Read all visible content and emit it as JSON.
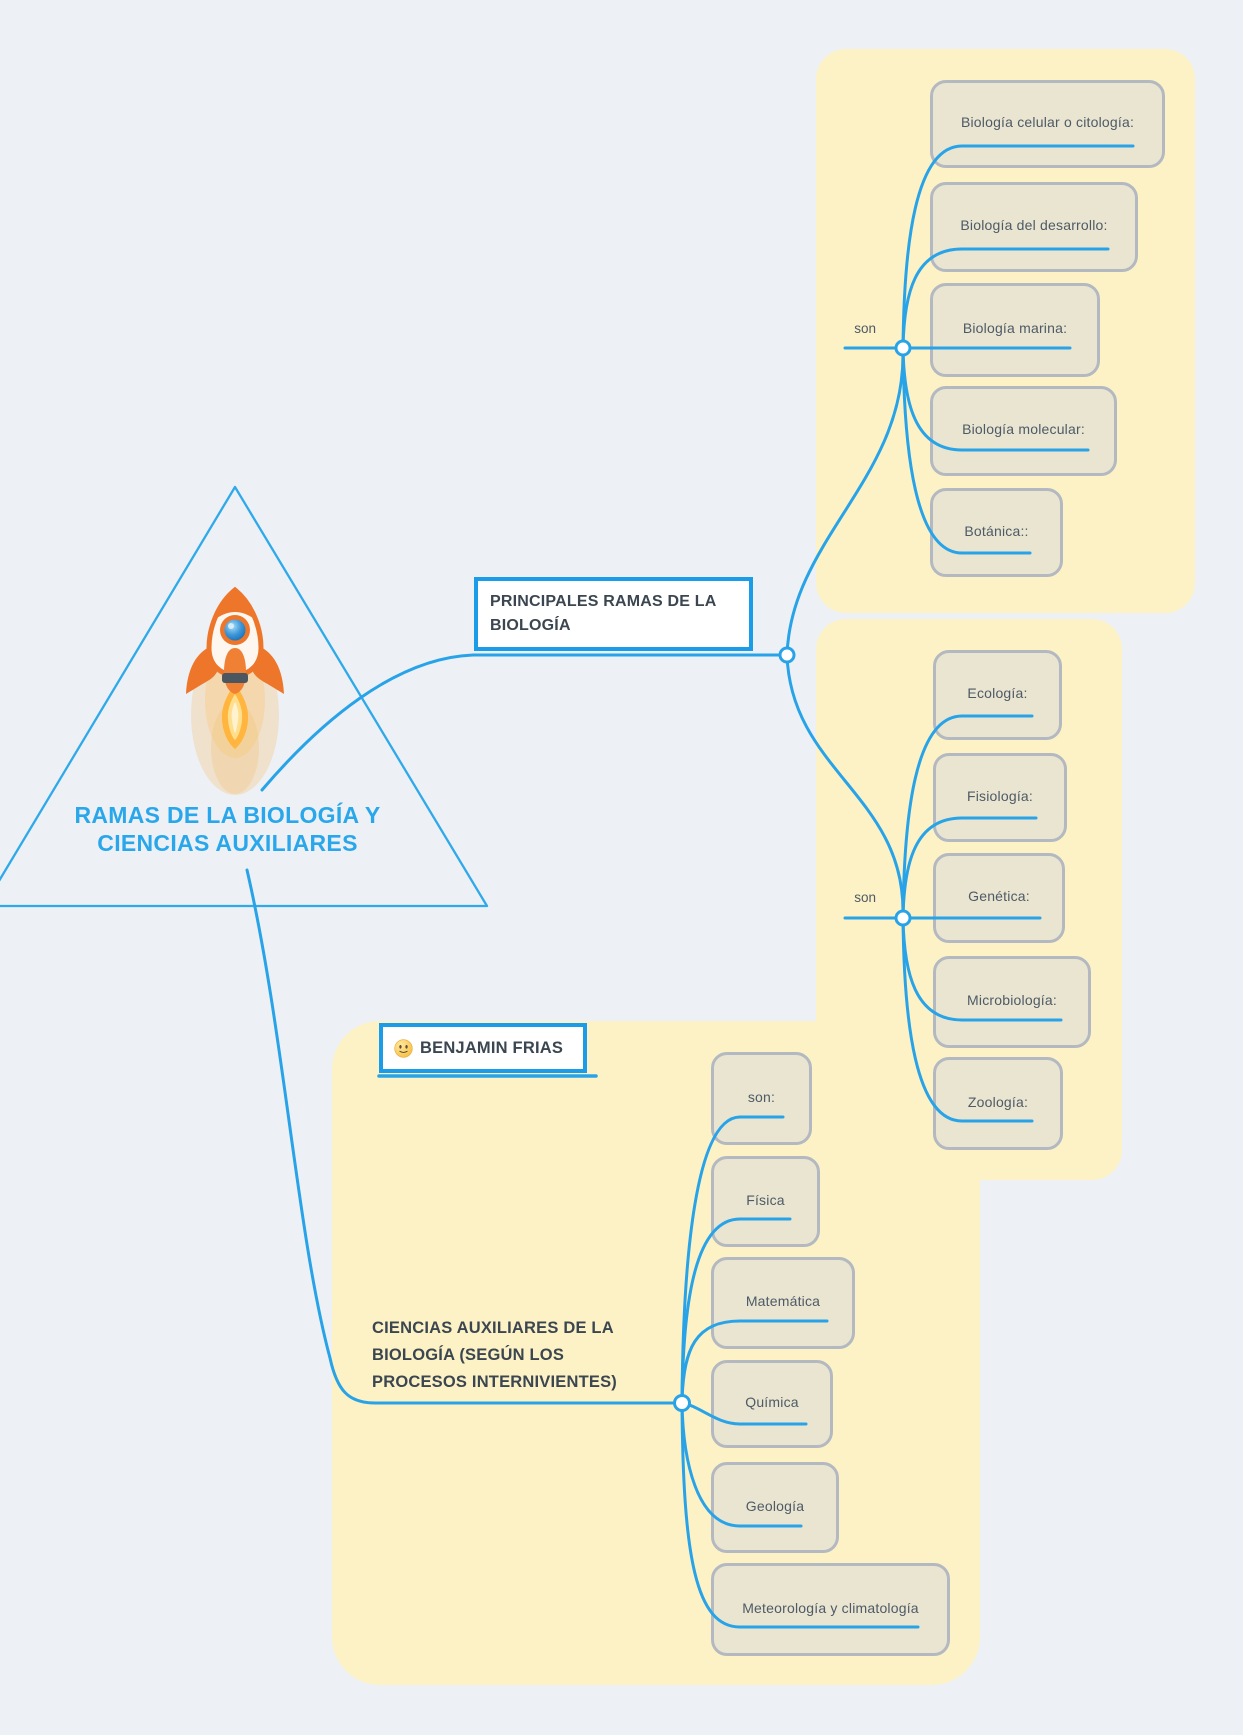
{
  "app": {
    "type": "mind-map"
  },
  "colors": {
    "background": "#edf1f6",
    "accent_blue": "#29a3e8",
    "panel_yellow": "#fcf2c6",
    "node_fill": "#e9e5d1",
    "node_border": "#b4b9c1",
    "node_text": "#4e5a66",
    "heading_text": "#3b4650",
    "title_blue": "#2aa7ea",
    "box_border_blue": "#1b9ce8"
  },
  "central_topic": {
    "title": "RAMAS DE LA BIOLOGÍA Y CIENCIAS AUXILIARES",
    "icon": "rocket-illustration",
    "shape": "triangle-outline"
  },
  "branches": {
    "principales": {
      "label": "PRINCIPALES RAMAS DE LA BIOLOGÍA"
    },
    "ciencias": {
      "label": "CIENCIAS AUXILIARES DE LA BIOLOGÍA (SEGÚN LOS PROCESOS INTERNIVIENTES)"
    }
  },
  "group1": {
    "connector_label": "son",
    "nodes": [
      "Biología celular o citología:",
      "Biología del desarrollo:",
      "Biología marina:",
      "Biología molecular:",
      "Botánica::"
    ]
  },
  "group2": {
    "connector_label": "son",
    "nodes": [
      "Ecología:",
      "Fisiología:",
      "Genética:",
      "Microbiología:",
      "Zoología:"
    ]
  },
  "group3": {
    "nodes": [
      "son:",
      "Física",
      "Matemática",
      "Química",
      "Geología",
      "Meteorología y climatología"
    ]
  },
  "author": {
    "name": "BENJAMIN FRIAS",
    "emoji": "slightly-smiling-face"
  }
}
